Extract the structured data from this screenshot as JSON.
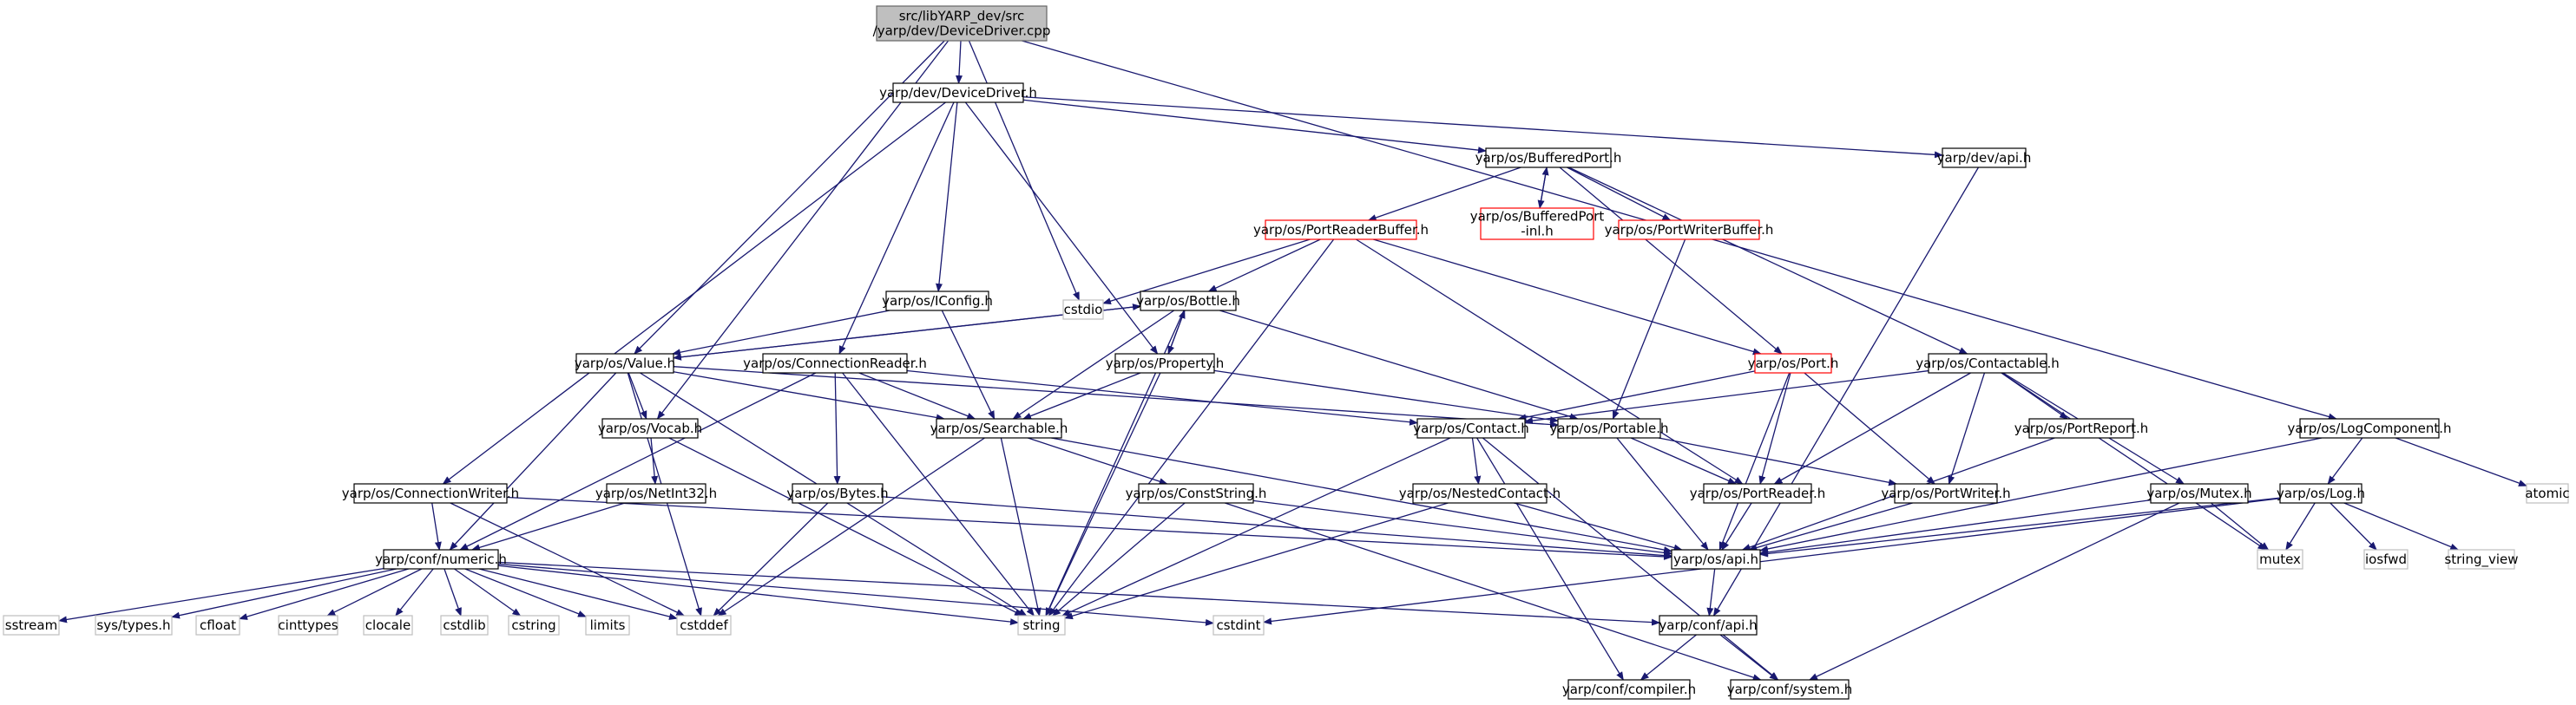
{
  "nodes": [
    {
      "id": "root",
      "lines": [
        "src/libYARP_dev/src",
        "/yarp/dev/DeviceDriver.cpp"
      ],
      "style": "root"
    },
    {
      "id": "devicedriver_h",
      "lines": [
        "yarp/dev/DeviceDriver.h"
      ],
      "style": "normal"
    },
    {
      "id": "bufferedport_h",
      "lines": [
        "yarp/os/BufferedPort.h"
      ],
      "style": "normal"
    },
    {
      "id": "dev_api_h",
      "lines": [
        "yarp/dev/api.h"
      ],
      "style": "normal"
    },
    {
      "id": "portreaderbuffer_h",
      "lines": [
        "yarp/os/PortReaderBuffer.h"
      ],
      "style": "red"
    },
    {
      "id": "bufferedport_inl_h",
      "lines": [
        "yarp/os/BufferedPort",
        "-inl.h"
      ],
      "style": "red"
    },
    {
      "id": "portwriterbuffer_h",
      "lines": [
        "yarp/os/PortWriterBuffer.h"
      ],
      "style": "red"
    },
    {
      "id": "iconfig_h",
      "lines": [
        "yarp/os/IConfig.h"
      ],
      "style": "normal"
    },
    {
      "id": "cstdio",
      "lines": [
        "cstdio"
      ],
      "style": "sys"
    },
    {
      "id": "bottle_h",
      "lines": [
        "yarp/os/Bottle.h"
      ],
      "style": "normal"
    },
    {
      "id": "value_h",
      "lines": [
        "yarp/os/Value.h"
      ],
      "style": "normal"
    },
    {
      "id": "connectionreader_h",
      "lines": [
        "yarp/os/ConnectionReader.h"
      ],
      "style": "normal"
    },
    {
      "id": "property_h",
      "lines": [
        "yarp/os/Property.h"
      ],
      "style": "normal"
    },
    {
      "id": "port_h",
      "lines": [
        "yarp/os/Port.h"
      ],
      "style": "red"
    },
    {
      "id": "contactable_h",
      "lines": [
        "yarp/os/Contactable.h"
      ],
      "style": "normal"
    },
    {
      "id": "vocab_h",
      "lines": [
        "yarp/os/Vocab.h"
      ],
      "style": "normal"
    },
    {
      "id": "searchable_h",
      "lines": [
        "yarp/os/Searchable.h"
      ],
      "style": "normal"
    },
    {
      "id": "contact_h",
      "lines": [
        "yarp/os/Contact.h"
      ],
      "style": "normal"
    },
    {
      "id": "portable_h",
      "lines": [
        "yarp/os/Portable.h"
      ],
      "style": "normal"
    },
    {
      "id": "portreport_h",
      "lines": [
        "yarp/os/PortReport.h"
      ],
      "style": "normal"
    },
    {
      "id": "logcomponent_h",
      "lines": [
        "yarp/os/LogComponent.h"
      ],
      "style": "normal"
    },
    {
      "id": "connectionwriter_h",
      "lines": [
        "yarp/os/ConnectionWriter.h"
      ],
      "style": "normal"
    },
    {
      "id": "netint32_h",
      "lines": [
        "yarp/os/NetInt32.h"
      ],
      "style": "normal"
    },
    {
      "id": "bytes_h",
      "lines": [
        "yarp/os/Bytes.h"
      ],
      "style": "normal"
    },
    {
      "id": "conststring_h",
      "lines": [
        "yarp/os/ConstString.h"
      ],
      "style": "normal"
    },
    {
      "id": "nestedcontact_h",
      "lines": [
        "yarp/os/NestedContact.h"
      ],
      "style": "normal"
    },
    {
      "id": "portreader_h",
      "lines": [
        "yarp/os/PortReader.h"
      ],
      "style": "normal"
    },
    {
      "id": "portwriter_h",
      "lines": [
        "yarp/os/PortWriter.h"
      ],
      "style": "normal"
    },
    {
      "id": "mutex_h",
      "lines": [
        "yarp/os/Mutex.h"
      ],
      "style": "normal"
    },
    {
      "id": "log_h",
      "lines": [
        "yarp/os/Log.h"
      ],
      "style": "normal"
    },
    {
      "id": "atomic",
      "lines": [
        "atomic"
      ],
      "style": "sys"
    },
    {
      "id": "numeric_h",
      "lines": [
        "yarp/conf/numeric.h"
      ],
      "style": "normal"
    },
    {
      "id": "os_api_h",
      "lines": [
        "yarp/os/api.h"
      ],
      "style": "normal"
    },
    {
      "id": "mutex",
      "lines": [
        "mutex"
      ],
      "style": "sys"
    },
    {
      "id": "iosfwd",
      "lines": [
        "iosfwd"
      ],
      "style": "sys"
    },
    {
      "id": "string_view",
      "lines": [
        "string_view"
      ],
      "style": "sys"
    },
    {
      "id": "sstream",
      "lines": [
        "sstream"
      ],
      "style": "sys"
    },
    {
      "id": "sys_types_h",
      "lines": [
        "sys/types.h"
      ],
      "style": "sys"
    },
    {
      "id": "cfloat",
      "lines": [
        "cfloat"
      ],
      "style": "sys"
    },
    {
      "id": "cinttypes",
      "lines": [
        "cinttypes"
      ],
      "style": "sys"
    },
    {
      "id": "clocale",
      "lines": [
        "clocale"
      ],
      "style": "sys"
    },
    {
      "id": "cstdlib",
      "lines": [
        "cstdlib"
      ],
      "style": "sys"
    },
    {
      "id": "cstring",
      "lines": [
        "cstring"
      ],
      "style": "sys"
    },
    {
      "id": "limits",
      "lines": [
        "limits"
      ],
      "style": "sys"
    },
    {
      "id": "cstddef",
      "lines": [
        "cstddef"
      ],
      "style": "sys"
    },
    {
      "id": "string",
      "lines": [
        "string"
      ],
      "style": "sys"
    },
    {
      "id": "cstdint",
      "lines": [
        "cstdint"
      ],
      "style": "sys"
    },
    {
      "id": "conf_api_h",
      "lines": [
        "yarp/conf/api.h"
      ],
      "style": "normal"
    },
    {
      "id": "compiler_h",
      "lines": [
        "yarp/conf/compiler.h"
      ],
      "style": "normal"
    },
    {
      "id": "system_h",
      "lines": [
        "yarp/conf/system.h"
      ],
      "style": "normal"
    }
  ],
  "edges": [
    [
      "root",
      "devicedriver_h"
    ],
    [
      "root",
      "value_h"
    ],
    [
      "root",
      "vocab_h"
    ],
    [
      "root",
      "cstdio"
    ],
    [
      "root",
      "logcomponent_h"
    ],
    [
      "devicedriver_h",
      "bufferedport_h"
    ],
    [
      "devicedriver_h",
      "dev_api_h"
    ],
    [
      "devicedriver_h",
      "iconfig_h"
    ],
    [
      "devicedriver_h",
      "connectionreader_h"
    ],
    [
      "devicedriver_h",
      "property_h"
    ],
    [
      "devicedriver_h",
      "connectionwriter_h"
    ],
    [
      "bufferedport_h",
      "portreaderbuffer_h"
    ],
    [
      "bufferedport_h",
      "bufferedport_inl_h"
    ],
    [
      "bufferedport_inl_h",
      "bufferedport_h"
    ],
    [
      "bufferedport_h",
      "portwriterbuffer_h"
    ],
    [
      "bufferedport_h",
      "port_h"
    ],
    [
      "bufferedport_h",
      "contactable_h"
    ],
    [
      "dev_api_h",
      "conf_api_h"
    ],
    [
      "portreaderbuffer_h",
      "cstdio"
    ],
    [
      "portreaderbuffer_h",
      "bottle_h"
    ],
    [
      "portreaderbuffer_h",
      "port_h"
    ],
    [
      "portreaderbuffer_h",
      "portreader_h"
    ],
    [
      "portreaderbuffer_h",
      "string"
    ],
    [
      "portwriterbuffer_h",
      "portable_h"
    ],
    [
      "iconfig_h",
      "searchable_h"
    ],
    [
      "iconfig_h",
      "value_h"
    ],
    [
      "bottle_h",
      "value_h"
    ],
    [
      "bottle_h",
      "property_h"
    ],
    [
      "bottle_h",
      "portable_h"
    ],
    [
      "bottle_h",
      "searchable_h"
    ],
    [
      "bottle_h",
      "string"
    ],
    [
      "value_h",
      "bottle_h"
    ],
    [
      "value_h",
      "vocab_h"
    ],
    [
      "value_h",
      "searchable_h"
    ],
    [
      "value_h",
      "portable_h"
    ],
    [
      "value_h",
      "numeric_h"
    ],
    [
      "value_h",
      "cstddef"
    ],
    [
      "value_h",
      "string"
    ],
    [
      "property_h",
      "bottle_h"
    ],
    [
      "property_h",
      "searchable_h"
    ],
    [
      "property_h",
      "portable_h"
    ],
    [
      "property_h",
      "string"
    ],
    [
      "connectionreader_h",
      "searchable_h"
    ],
    [
      "connectionreader_h",
      "contact_h"
    ],
    [
      "connectionreader_h",
      "bytes_h"
    ],
    [
      "connectionreader_h",
      "numeric_h"
    ],
    [
      "connectionreader_h",
      "string"
    ],
    [
      "port_h",
      "contact_h"
    ],
    [
      "port_h",
      "portreader_h"
    ],
    [
      "port_h",
      "portwriter_h"
    ],
    [
      "port_h",
      "os_api_h"
    ],
    [
      "contactable_h",
      "contact_h"
    ],
    [
      "contactable_h",
      "portreader_h"
    ],
    [
      "contactable_h",
      "portwriter_h"
    ],
    [
      "contactable_h",
      "portreport_h"
    ],
    [
      "contactable_h",
      "mutex_h"
    ],
    [
      "contactable_h",
      "mutex"
    ],
    [
      "vocab_h",
      "netint32_h"
    ],
    [
      "vocab_h",
      "string"
    ],
    [
      "searchable_h",
      "conststring_h"
    ],
    [
      "searchable_h",
      "os_api_h"
    ],
    [
      "searchable_h",
      "string"
    ],
    [
      "searchable_h",
      "cstddef"
    ],
    [
      "contact_h",
      "nestedcontact_h"
    ],
    [
      "contact_h",
      "string"
    ],
    [
      "contact_h",
      "compiler_h"
    ],
    [
      "contact_h",
      "system_h"
    ],
    [
      "portable_h",
      "portreader_h"
    ],
    [
      "portable_h",
      "portwriter_h"
    ],
    [
      "portable_h",
      "os_api_h"
    ],
    [
      "portreport_h",
      "os_api_h"
    ],
    [
      "logcomponent_h",
      "log_h"
    ],
    [
      "logcomponent_h",
      "atomic"
    ],
    [
      "logcomponent_h",
      "os_api_h"
    ],
    [
      "connectionwriter_h",
      "numeric_h"
    ],
    [
      "connectionwriter_h",
      "os_api_h"
    ],
    [
      "connectionwriter_h",
      "cstddef"
    ],
    [
      "netint32_h",
      "numeric_h"
    ],
    [
      "bytes_h",
      "os_api_h"
    ],
    [
      "bytes_h",
      "cstddef"
    ],
    [
      "conststring_h",
      "os_api_h"
    ],
    [
      "conststring_h",
      "string"
    ],
    [
      "conststring_h",
      "system_h"
    ],
    [
      "nestedcontact_h",
      "os_api_h"
    ],
    [
      "nestedcontact_h",
      "string"
    ],
    [
      "portreader_h",
      "os_api_h"
    ],
    [
      "portwriter_h",
      "os_api_h"
    ],
    [
      "mutex_h",
      "os_api_h"
    ],
    [
      "mutex_h",
      "mutex"
    ],
    [
      "mutex_h",
      "system_h"
    ],
    [
      "log_h",
      "os_api_h"
    ],
    [
      "log_h",
      "mutex"
    ],
    [
      "log_h",
      "iosfwd"
    ],
    [
      "log_h",
      "string_view"
    ],
    [
      "log_h",
      "cstdint"
    ],
    [
      "numeric_h",
      "sstream"
    ],
    [
      "numeric_h",
      "sys_types_h"
    ],
    [
      "numeric_h",
      "cfloat"
    ],
    [
      "numeric_h",
      "cinttypes"
    ],
    [
      "numeric_h",
      "clocale"
    ],
    [
      "numeric_h",
      "cstdlib"
    ],
    [
      "numeric_h",
      "cstring"
    ],
    [
      "numeric_h",
      "limits"
    ],
    [
      "numeric_h",
      "cstddef"
    ],
    [
      "numeric_h",
      "string"
    ],
    [
      "numeric_h",
      "cstdint"
    ],
    [
      "numeric_h",
      "conf_api_h"
    ],
    [
      "os_api_h",
      "conf_api_h"
    ],
    [
      "conf_api_h",
      "compiler_h"
    ],
    [
      "conf_api_h",
      "system_h"
    ]
  ]
}
